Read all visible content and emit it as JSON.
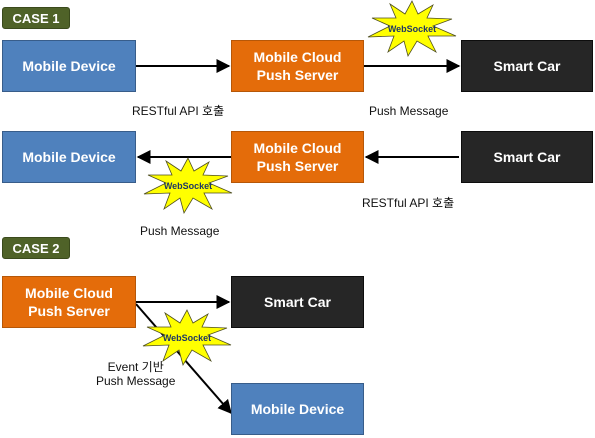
{
  "colors": {
    "case_tag": "#4f6228",
    "mobile_device": "#4f81bd",
    "push_server": "#e46c0a",
    "smart_car": "#262626",
    "websocket_burst": "#ffff00",
    "arrow": "#000000"
  },
  "case1": {
    "label": "CASE 1",
    "flow_a": {
      "mobile_device": "Mobile Device",
      "push_server": "Mobile Cloud\nPush Server",
      "smart_car": "Smart Car",
      "edge_left_label": "RESTful API 호출",
      "edge_right_label": "Push Message",
      "websocket": "WebSocket"
    },
    "flow_b": {
      "mobile_device": "Mobile Device",
      "push_server": "Mobile Cloud\nPush Server",
      "smart_car": "Smart Car",
      "edge_left_label": "Push Message",
      "edge_right_label": "RESTful API 호출",
      "websocket": "WebSocket"
    }
  },
  "case2": {
    "label": "CASE 2",
    "push_server": "Mobile Cloud\nPush Server",
    "smart_car": "Smart Car",
    "mobile_device": "Mobile Device",
    "edge_label": "Event 기반\nPush Message",
    "websocket": "WebSocket"
  }
}
